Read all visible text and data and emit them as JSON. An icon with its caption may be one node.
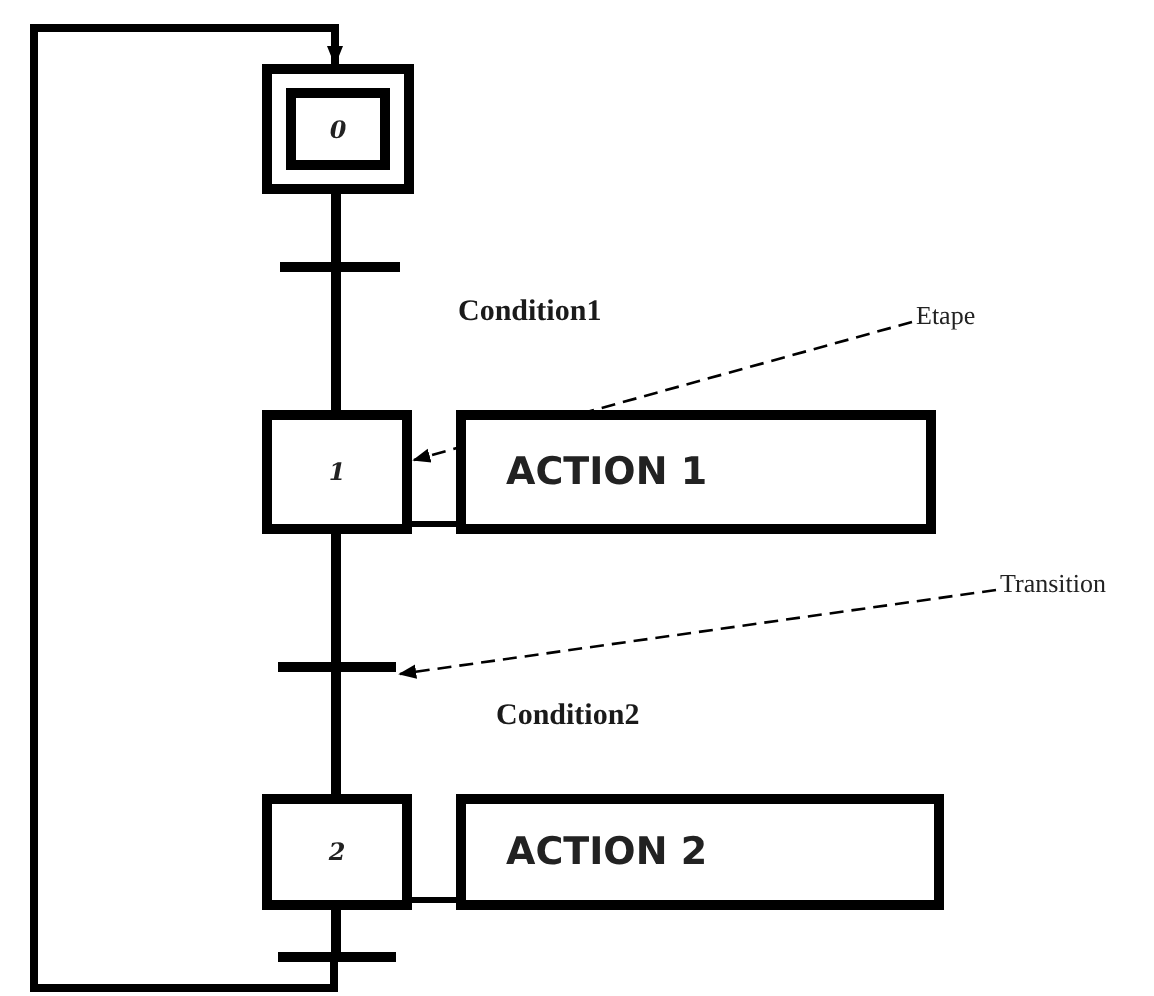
{
  "diagram": {
    "nodes": [
      {
        "text": [
          "0"
        ]
      },
      {
        "text": [],
        "shape": "bar",
        "beside": [
          "Condition1"
        ]
      },
      {
        "text": [
          "Etape"
        ]
      },
      {
        "text": [
          "1"
        ]
      },
      {
        "text": [
          "ACTION 1"
        ]
      },
      {
        "text": [
          "Transition"
        ]
      },
      {
        "text": [],
        "shape": "bar",
        "beside": [
          "Condition2"
        ]
      },
      {
        "text": [
          "2"
        ]
      },
      {
        "text": [
          "ACTION 2"
        ]
      },
      {
        "text": [],
        "shape": "bar"
      }
    ],
    "edges": [
      {
        "from": 0,
        "to": 1,
        "arrow": "none"
      },
      {
        "from": 1,
        "to": 3,
        "arrow": "none"
      },
      {
        "from": 3,
        "to": 4,
        "arrow": "none"
      },
      {
        "from": 3,
        "to": 6,
        "arrow": "none"
      },
      {
        "from": 6,
        "to": 7,
        "arrow": "none"
      },
      {
        "from": 7,
        "to": 8,
        "arrow": "none"
      },
      {
        "from": 7,
        "to": 9,
        "arrow": "none"
      },
      {
        "from": 9,
        "to": 0,
        "arrow": "to"
      },
      {
        "from": 2,
        "to": 3,
        "arrow": "to",
        "style": "dashed"
      },
      {
        "from": 5,
        "to": 6,
        "arrow": "to",
        "style": "dashed"
      }
    ]
  }
}
